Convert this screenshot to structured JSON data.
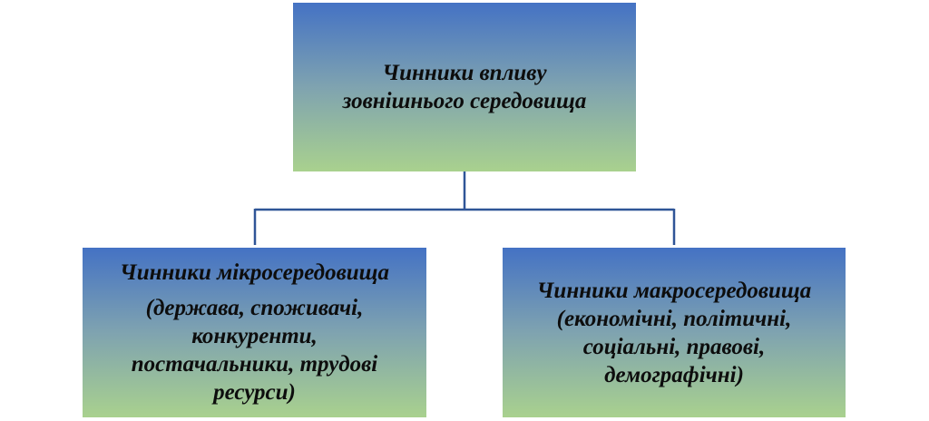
{
  "root": {
    "lines": [
      "Чинники впливу",
      "зовнішнього середовища"
    ]
  },
  "micro": {
    "title": "Чинники мікросередовища",
    "lines": [
      "(держава, споживачі,",
      "конкуренти,",
      "постачальники, трудові",
      "ресурси)"
    ]
  },
  "macro": {
    "lines": [
      "Чинники макросередовища",
      "(економічні, політичні,",
      "соціальні, правові,",
      "демографічні)"
    ]
  },
  "colors": {
    "gradient_top": "#4472c4",
    "gradient_bottom": "#a9d18e",
    "connector": "#2f5597"
  }
}
